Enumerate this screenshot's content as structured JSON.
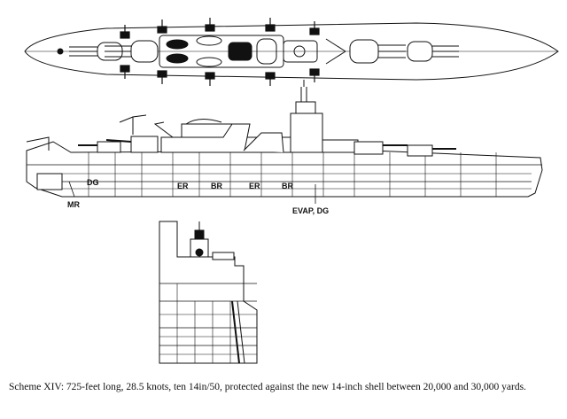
{
  "labels": {
    "dg_fwd": "DG",
    "er1": "ER",
    "br1": "BR",
    "er2": "ER",
    "br2": "BR",
    "mr": "MR",
    "evap": "EVAP, DG"
  },
  "caption": "Scheme XIV: 725-feet long, 28.5 knots, ten 14in/50, protected against the new 14-inch shell between 20,000 and 30,000 yards.",
  "colors": {
    "ink": "#111111",
    "paper": "#ffffff"
  }
}
